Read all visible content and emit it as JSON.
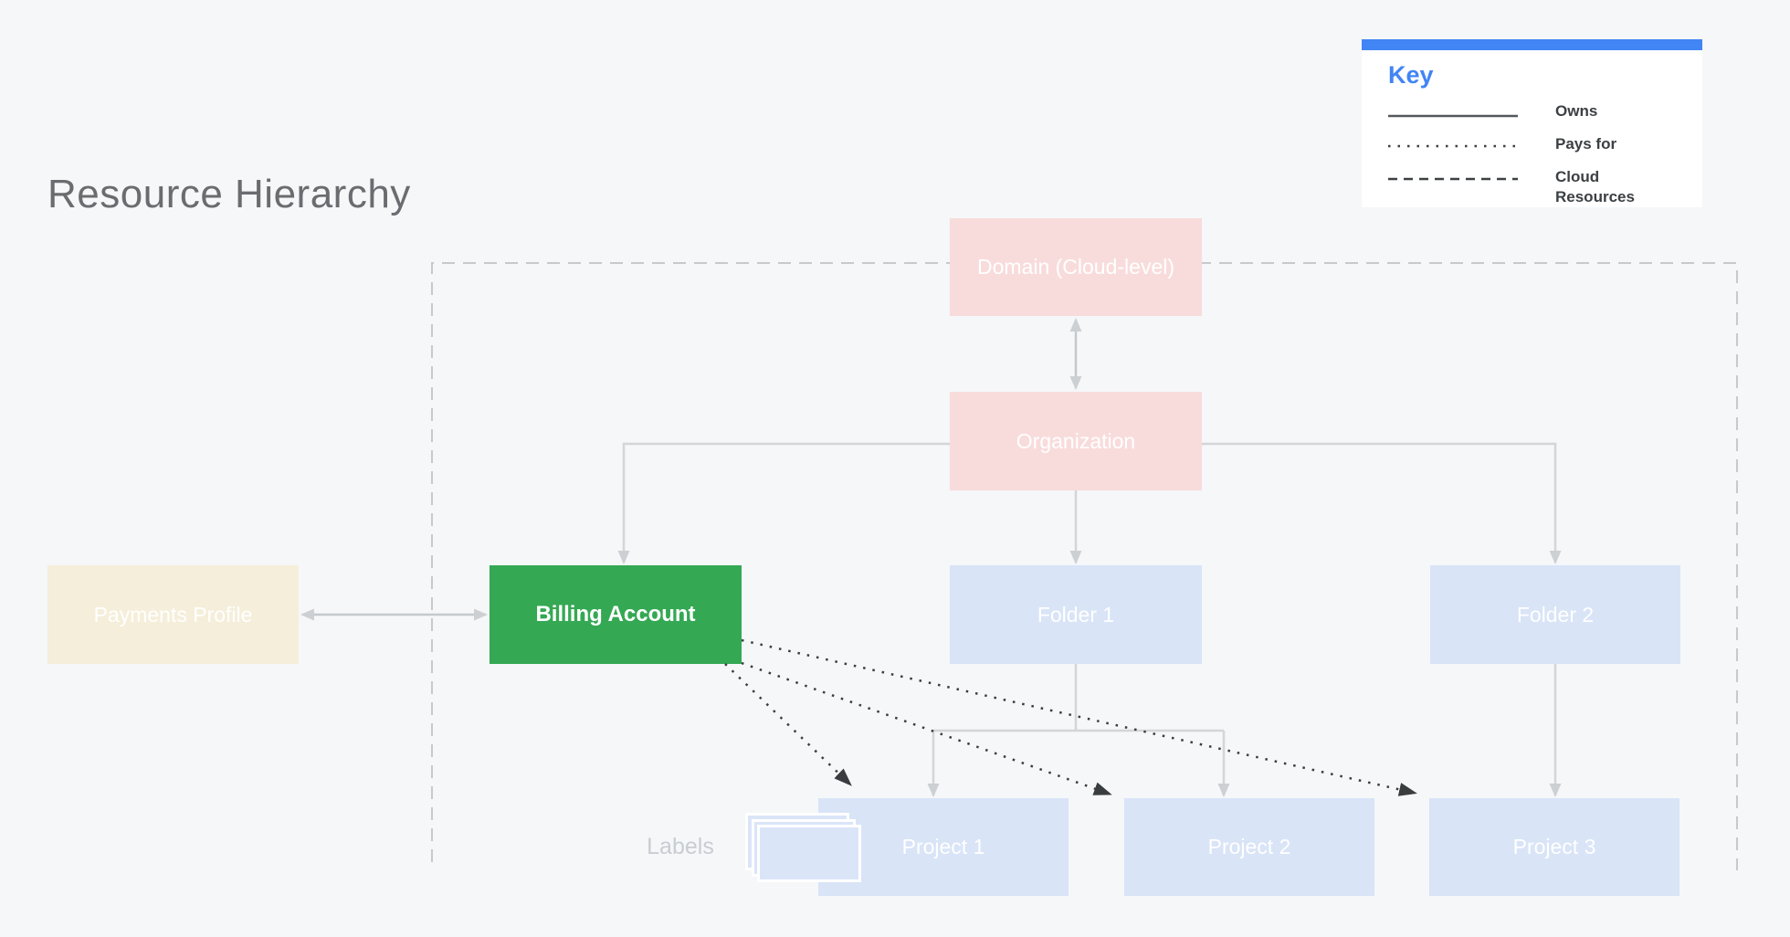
{
  "page": {
    "title": "Resource Hierarchy",
    "background_color": "#f5f7f9"
  },
  "key": {
    "title": "Key",
    "accent_color": "#4285f4",
    "items": [
      {
        "line_style": "solid",
        "label": "Owns"
      },
      {
        "line_style": "dotted",
        "label": "Pays for"
      },
      {
        "line_style": "dashed",
        "label": "Cloud Resources"
      }
    ]
  },
  "nodes": {
    "domain": {
      "label": "Domain (Cloud-level)",
      "color": "#f8dcdb",
      "text_color": "#ffffff"
    },
    "organization": {
      "label": "Organization",
      "color": "#f8dcdb",
      "text_color": "#ffffff"
    },
    "payments_profile": {
      "label": "Payments Profile",
      "color": "#f5eeda",
      "text_color": "#ffffff"
    },
    "billing_account": {
      "label": "Billing Account",
      "color": "#34a853",
      "text_color": "#ffffff"
    },
    "folder1": {
      "label": "Folder 1",
      "color": "#d9e4f7",
      "text_color": "#ffffff"
    },
    "folder2": {
      "label": "Folder 2",
      "color": "#d9e4f7",
      "text_color": "#ffffff"
    },
    "project1": {
      "label": "Project 1",
      "color": "#d9e4f7",
      "text_color": "#ffffff"
    },
    "project2": {
      "label": "Project 2",
      "color": "#d9e4f7",
      "text_color": "#ffffff"
    },
    "project3": {
      "label": "Project 3",
      "color": "#d9e4f7",
      "text_color": "#ffffff"
    }
  },
  "labels_caption": "Labels",
  "edges": [
    {
      "from": "domain",
      "to": "organization",
      "type": "owns",
      "bidirectional": true
    },
    {
      "from": "payments_profile",
      "to": "billing_account",
      "type": "owns",
      "bidirectional": true
    },
    {
      "from": "organization",
      "to": "billing_account",
      "type": "owns",
      "bidirectional": false
    },
    {
      "from": "organization",
      "to": "folder1",
      "type": "owns",
      "bidirectional": false
    },
    {
      "from": "organization",
      "to": "folder2",
      "type": "owns",
      "bidirectional": false
    },
    {
      "from": "folder1",
      "to": "project1",
      "type": "owns",
      "bidirectional": false
    },
    {
      "from": "folder1",
      "to": "project2",
      "type": "owns",
      "bidirectional": false
    },
    {
      "from": "folder2",
      "to": "project3",
      "type": "owns",
      "bidirectional": false
    },
    {
      "from": "billing_account",
      "to": "project1",
      "type": "pays_for",
      "bidirectional": false
    },
    {
      "from": "billing_account",
      "to": "project2",
      "type": "pays_for",
      "bidirectional": false
    },
    {
      "from": "billing_account",
      "to": "project3",
      "type": "pays_for",
      "bidirectional": false
    }
  ],
  "style_colors": {
    "owns_line": "#d3d5d8",
    "owns_arrowhead": "#cdd0d3",
    "pays_for_line": "#3c4043",
    "cloud_resources_boundary": "#c7cacd"
  }
}
